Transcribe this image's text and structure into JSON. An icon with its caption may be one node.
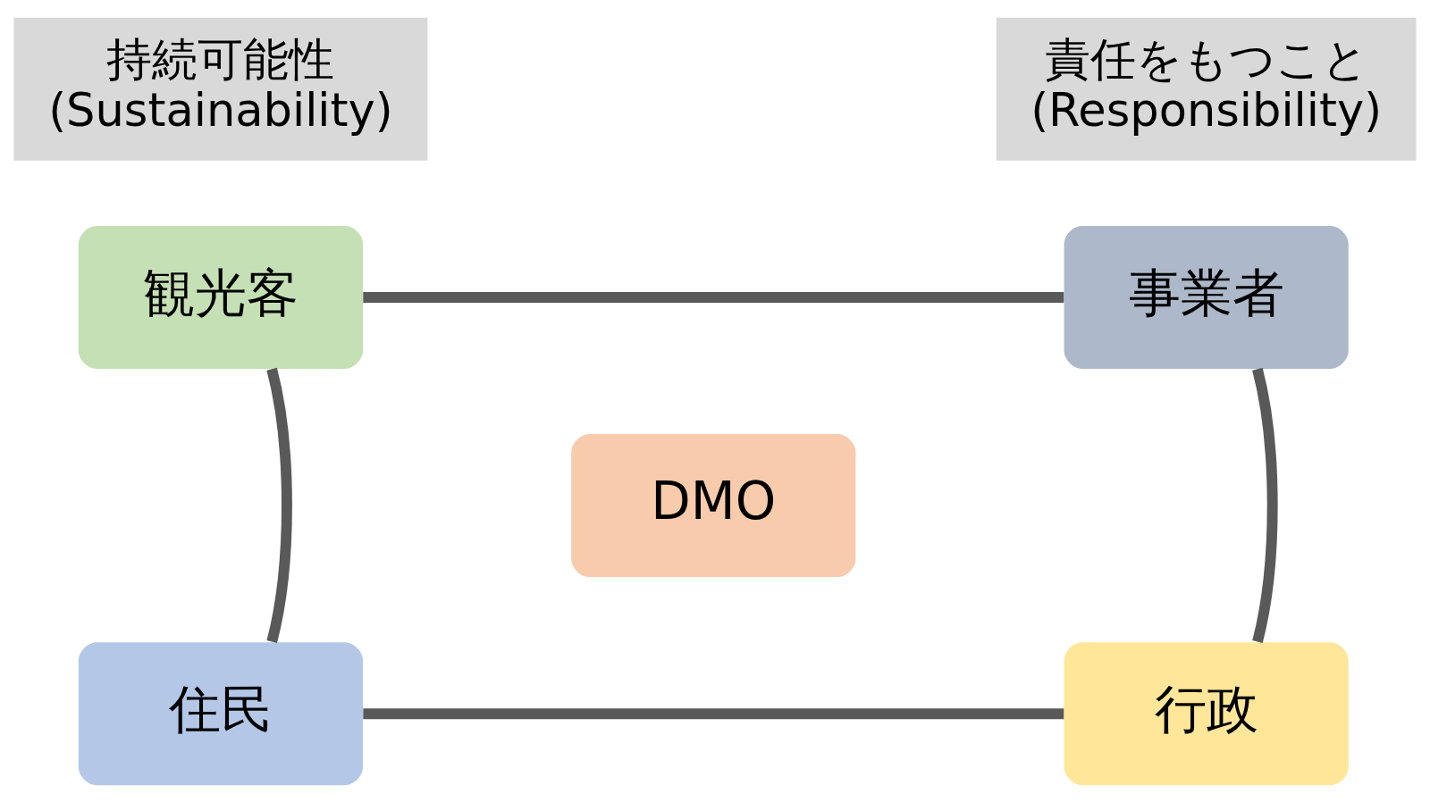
{
  "diagram": {
    "nodes": [
      {
        "text": [
          "持続可能性",
          "(Sustainability)"
        ]
      },
      {
        "text": [
          "責任をもつこと",
          "(Responsibility)"
        ]
      },
      {
        "text": [
          "観光客"
        ]
      },
      {
        "text": [
          "事業者"
        ]
      },
      {
        "text": [
          "DMO"
        ]
      },
      {
        "text": [
          "行政"
        ]
      },
      {
        "text": [
          "住民"
        ]
      }
    ],
    "edges": [
      {
        "from": 2,
        "to": 3,
        "arrow": "none"
      },
      {
        "from": 3,
        "to": 5,
        "arrow": "none"
      },
      {
        "from": 5,
        "to": 6,
        "arrow": "none"
      },
      {
        "from": 6,
        "to": 2,
        "arrow": "none"
      }
    ]
  }
}
